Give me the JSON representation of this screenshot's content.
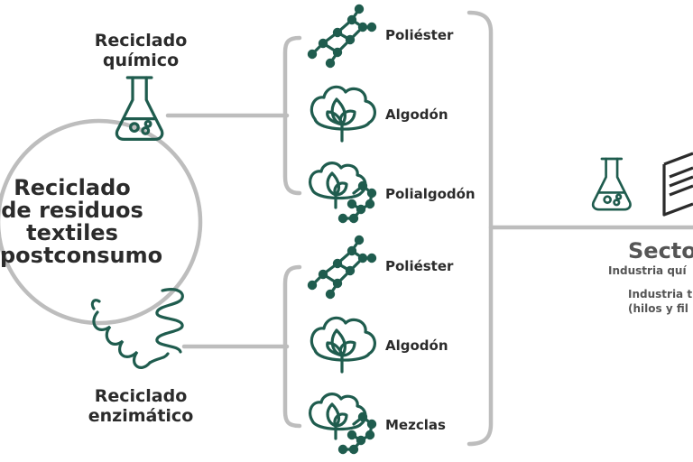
{
  "center": {
    "lines": [
      "Reciclado",
      "de residuos",
      "textiles",
      "postconsumo"
    ]
  },
  "methods": {
    "chemical": {
      "line1": "Reciclado",
      "line2": "químico"
    },
    "enzymatic": {
      "line1": "Reciclado",
      "line2": "enzimático"
    }
  },
  "materials": {
    "chemical": [
      "Poliéster",
      "Algodón",
      "Polialgodón"
    ],
    "enzymatic": [
      "Poliéster",
      "Algodón",
      "Mezclas"
    ]
  },
  "sector": {
    "title": "Secto",
    "line1": "Industria quí",
    "line2": "Industria t",
    "line3": "(hilos y fil"
  },
  "icons": {
    "flask": "flask-icon",
    "spring": "enzyme-spring-icon",
    "molecule": "molecule-chain-icon",
    "cotton": "cotton-boll-icon",
    "blend": "cotton-molecule-icon",
    "spool": "thread-spool-icon"
  },
  "colors": {
    "accent": "#1f5c4e",
    "line": "#bdbdbd",
    "text": "#2b2b2b"
  }
}
